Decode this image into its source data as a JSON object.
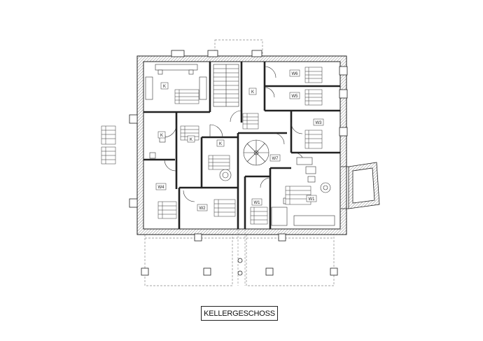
{
  "title": "KELLERGESCHOSS",
  "rooms": [
    {
      "id": "k-top-left",
      "code": "K"
    },
    {
      "id": "k-stair",
      "code": "K"
    },
    {
      "id": "w6",
      "code": "W6"
    },
    {
      "id": "w5",
      "code": "W5"
    },
    {
      "id": "w3",
      "code": "W3"
    },
    {
      "id": "k-small",
      "code": "K"
    },
    {
      "id": "k-mid",
      "code": "K"
    },
    {
      "id": "k-right-mid",
      "code": "K"
    },
    {
      "id": "w7",
      "code": "W7"
    },
    {
      "id": "w4",
      "code": "W4"
    },
    {
      "id": "w2",
      "code": "W2"
    },
    {
      "id": "w1-small",
      "code": "W1"
    },
    {
      "id": "w1-large",
      "code": "W1"
    }
  ],
  "colors": {
    "line": "#222222",
    "wall_fill": "#ffffff",
    "hatch": "#555555",
    "dash": "#777777"
  }
}
